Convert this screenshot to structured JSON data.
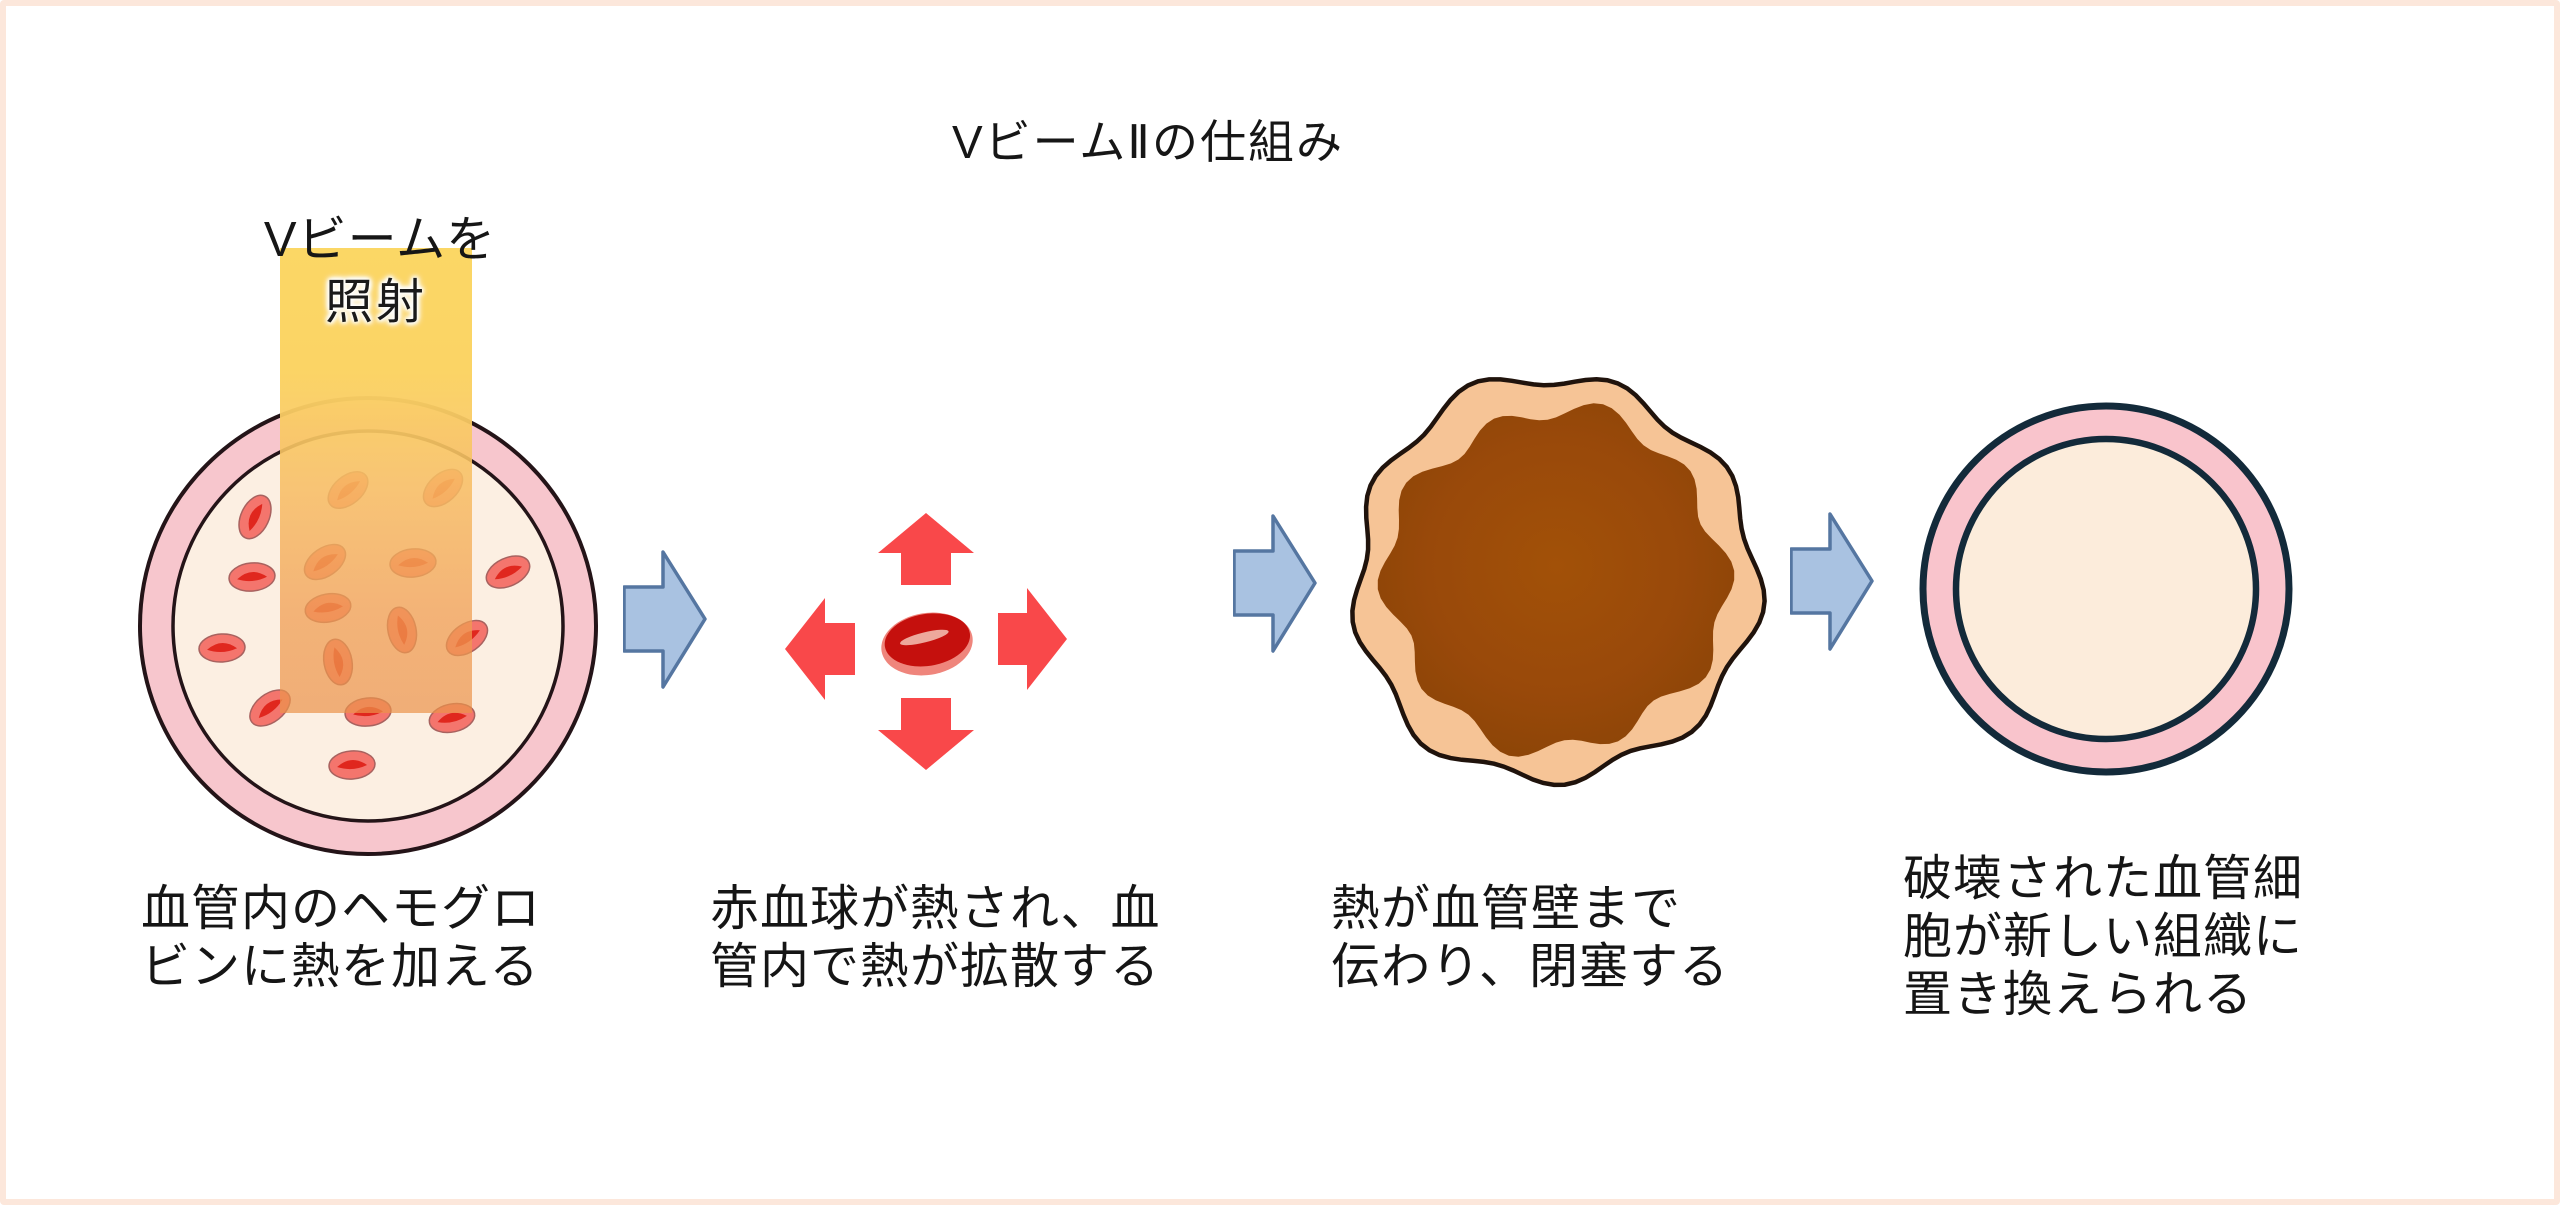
{
  "title": "VビームⅡの仕組み",
  "beam": {
    "label_line1": "Vビームを",
    "label_line2": "照射"
  },
  "stages": [
    {
      "id": "irradiate-hemoglobin",
      "illustration": "vessel-with-red-blood-cells-under-yellow-beam",
      "caption_lines": [
        "血管内のヘモグロ",
        "ビンに熱を加える"
      ]
    },
    {
      "id": "heat-diffusion",
      "illustration": "red-blood-cell-with-four-spread-arrows",
      "caption_lines": [
        "赤血球が熱され、血",
        "管内で熱が拡散する"
      ]
    },
    {
      "id": "occlusion",
      "illustration": "occluded-brown-vessel",
      "caption_lines": [
        "熱が血管壁まで",
        "伝わり、閉塞する"
      ]
    },
    {
      "id": "regeneration",
      "illustration": "healed-empty-vessel",
      "caption_lines": [
        "破壊された血管細",
        "胞が新しい組織に",
        "置き換えられる"
      ]
    }
  ],
  "icons": [
    {
      "name": "flow-arrow-right-icon",
      "count": 3
    },
    {
      "name": "heat-spread-arrow-icon",
      "directions": [
        "up",
        "down",
        "left",
        "right"
      ]
    }
  ],
  "palette": {
    "frame_border": "#fce7db",
    "beam_yellow": "#fbd765",
    "beam_orange": "#eb9450",
    "vessel_ring_pink": "#f7c6cd",
    "vessel_lumen_cream": "#fcefe2",
    "vessel_outline": "#241418",
    "blood_cell_light_red": "#f4756d",
    "blood_cell_dark_red": "#e0271e",
    "spread_arrow_red": "#f9484a",
    "flow_arrow_blue_fill": "#a9c2e1",
    "flow_arrow_blue_stroke": "#5576a1",
    "occluded_wall_peach": "#f6c496",
    "occluded_core_brown": "#9c4d08",
    "occluded_outline": "#20130c",
    "healed_ring_pink": "#f9c4cc",
    "healed_lumen_cream": "#fcecdb",
    "healed_outline_navy": "#132a3a",
    "text_color": "#151515"
  }
}
